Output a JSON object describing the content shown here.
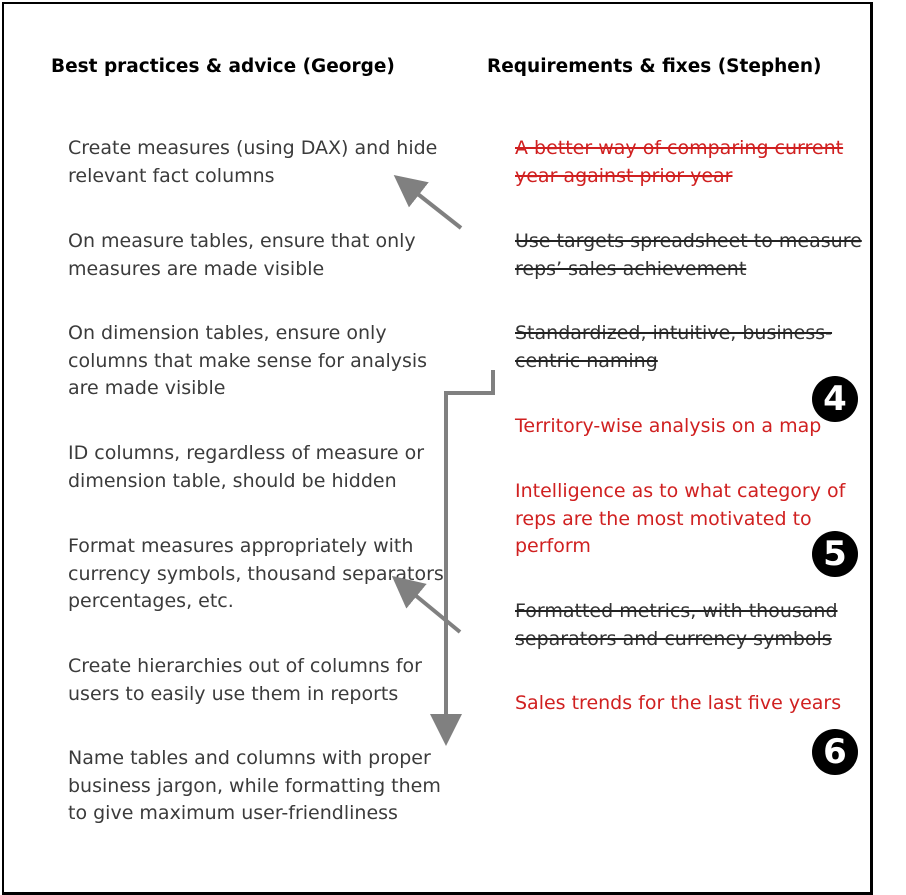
{
  "left_heading": "Best practices & advice (George)",
  "right_heading": "Requirements & fixes (Stephen)",
  "checkbox_glyph": "",
  "left_items": [
    "Create measures (using DAX) and hide relevant fact columns",
    "On measure tables, ensure that only measures are made visible",
    "On dimension tables, ensure only columns that make sense for analysis are made visible",
    "ID columns, regardless of measure or dimension table, should be hidden",
    "Format measures appropriately with currency symbols, thousand separators, percentages, etc.",
    "Create hierarchies out of columns for users to easily use them in reports",
    "Name tables and columns with proper business jargon, while formatting them to give maximum user-friendliness"
  ],
  "right_items": [
    "A better way of comparing current year against prior year",
    "Use targets spreadsheet to measure reps’ sales achievement",
    "Standardized, intuitive, business-centric naming",
    "Territory-wise analysis on a map",
    "Intelligence as to what category of reps are the most motivated to perform",
    "Formatted metrics, with thousand separators and currency symbols",
    "Sales trends for the last five years"
  ],
  "badges": [
    "4",
    "5",
    "6"
  ],
  "colors": {
    "red": "#d02020",
    "arrow": "#808080",
    "text": "#3b3b3b"
  }
}
